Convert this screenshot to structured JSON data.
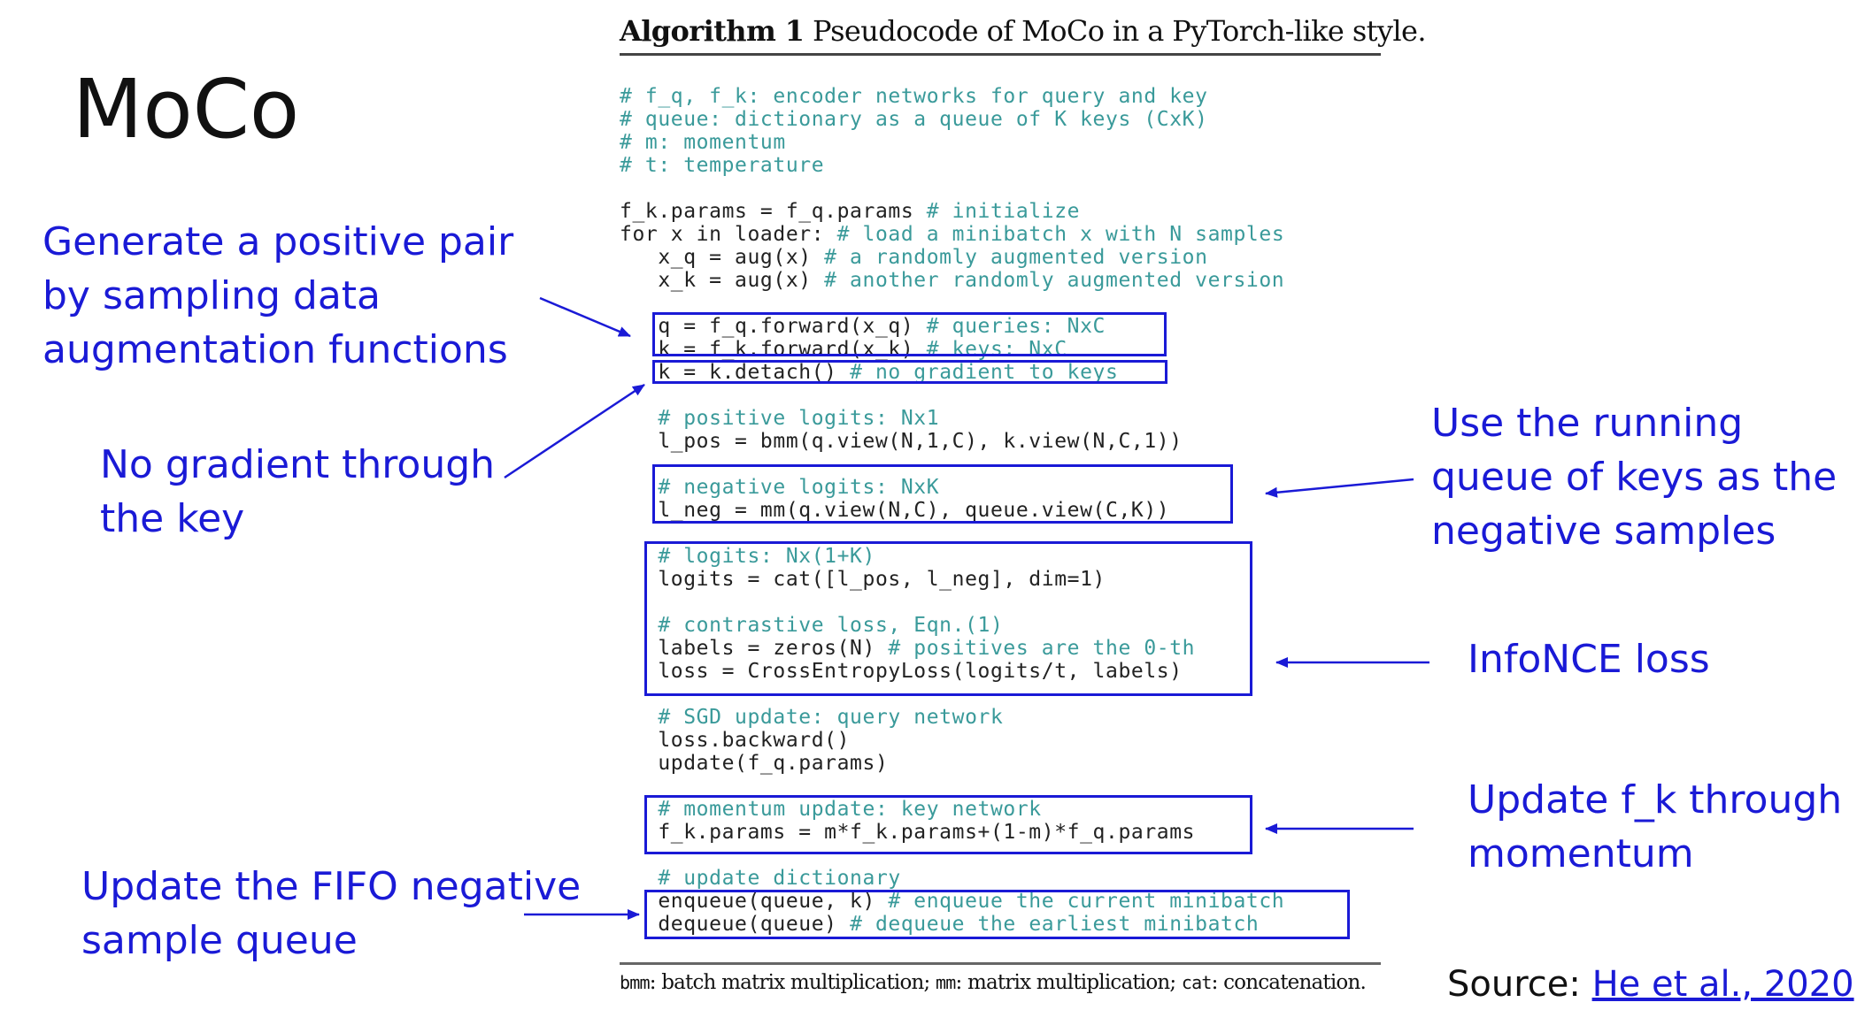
{
  "title": "MoCo",
  "algorithm": {
    "caption_number": "Algorithm 1",
    "caption_text": "Pseudocode of MoCo in a PyTorch-like style.",
    "lines": [
      {
        "code": "",
        "comment": "# f_q, f_k: encoder networks for query and key"
      },
      {
        "code": "",
        "comment": "# queue: dictionary as a queue of K keys (CxK)"
      },
      {
        "code": "",
        "comment": "# m: momentum"
      },
      {
        "code": "",
        "comment": "# t: temperature"
      },
      {
        "code": "f_k.params = f_q.params ",
        "comment": "# initialize"
      },
      {
        "code": "for x in loader: ",
        "comment": "# load a minibatch x with N samples"
      },
      {
        "code": "   x_q = aug(x) ",
        "comment": "# a randomly augmented version"
      },
      {
        "code": "   x_k = aug(x) ",
        "comment": "# another randomly augmented version"
      },
      {
        "code": "   q = f_q.forward(x_q) ",
        "comment": "# queries: NxC"
      },
      {
        "code": "   k = f_k.forward(x_k) ",
        "comment": "# keys: NxC"
      },
      {
        "code": "   k = k.detach() ",
        "comment": "# no gradient to keys"
      },
      {
        "code": "   ",
        "comment": "# positive logits: Nx1"
      },
      {
        "code": "   l_pos = bmm(q.view(N,1,C), k.view(N,C,1))",
        "comment": ""
      },
      {
        "code": "   ",
        "comment": "# negative logits: NxK"
      },
      {
        "code": "   l_neg = mm(q.view(N,C), queue.view(C,K))",
        "comment": ""
      },
      {
        "code": "   ",
        "comment": "# logits: Nx(1+K)"
      },
      {
        "code": "   logits = cat([l_pos, l_neg], dim=1)",
        "comment": ""
      },
      {
        "code": "   ",
        "comment": "# contrastive loss, Eqn.(1)"
      },
      {
        "code": "   labels = zeros(N) ",
        "comment": "# positives are the 0-th"
      },
      {
        "code": "   loss = CrossEntropyLoss(logits/t, labels)",
        "comment": ""
      },
      {
        "code": "   ",
        "comment": "# SGD update: query network"
      },
      {
        "code": "   loss.backward()",
        "comment": ""
      },
      {
        "code": "   update(f_q.params)",
        "comment": ""
      },
      {
        "code": "   ",
        "comment": "# momentum update: key network"
      },
      {
        "code": "   f_k.params = m*f_k.params+(1-m)*f_q.params",
        "comment": ""
      },
      {
        "code": "   ",
        "comment": "# update dictionary"
      },
      {
        "code": "   enqueue(queue, k) ",
        "comment": "# enqueue the current minibatch"
      },
      {
        "code": "   dequeue(queue) ",
        "comment": "# dequeue the earliest minibatch"
      }
    ],
    "footnote": [
      {
        "text": "bmm",
        "mono": true
      },
      {
        "text": ": batch matrix multiplication; ",
        "mono": false
      },
      {
        "text": "mm",
        "mono": true
      },
      {
        "text": ": matrix multiplication; ",
        "mono": false
      },
      {
        "text": "cat",
        "mono": true
      },
      {
        "text": ": concatenation.",
        "mono": false
      }
    ]
  },
  "annotations": {
    "positive_pair": [
      "Generate a positive pair",
      "by sampling data",
      "augmentation functions"
    ],
    "no_gradient": [
      "No gradient through",
      "the key"
    ],
    "negatives": [
      "Use the running",
      "queue of keys as the",
      "negative samples"
    ],
    "infonce": [
      "InfoNCE loss"
    ],
    "momentum": [
      "Update f_k through",
      "momentum"
    ],
    "fifo": [
      "Update the FIFO negative",
      "sample queue"
    ]
  },
  "source": {
    "label": "Source: ",
    "link_text": "He et al., 2020"
  },
  "colors": {
    "annotation": "#1a1ad6",
    "comment": "#3a9a9a",
    "code": "#222222"
  }
}
